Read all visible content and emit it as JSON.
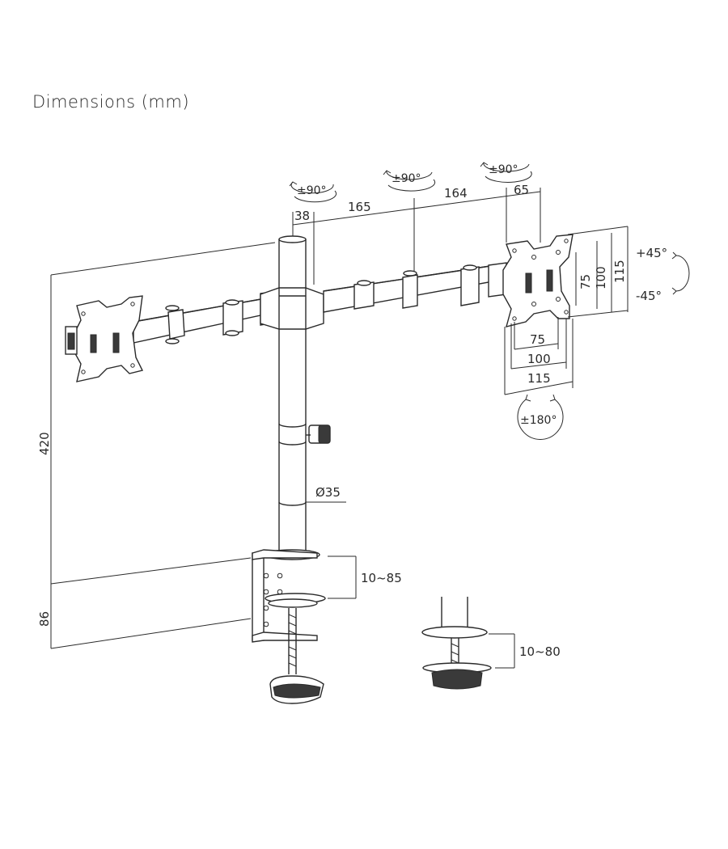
{
  "title": "Dimensions (mm)",
  "rotation": {
    "arm_left": "±90°",
    "arm_middle": "±90°",
    "arm_right": "±90°",
    "plate": "±180°",
    "tilt_up": "+45°",
    "tilt_down": "-45°"
  },
  "dims": {
    "d38": "38",
    "d165": "165",
    "d164": "164",
    "d65": "65",
    "h420": "420",
    "h86": "86",
    "pole_diameter": "Ø35",
    "clamp_range": "10~85",
    "grommet_range": "10~80",
    "vesa_v75": "75",
    "vesa_v100": "100",
    "vesa_v115": "115",
    "vesa_h75": "75",
    "vesa_h100": "100",
    "vesa_h115": "115"
  }
}
